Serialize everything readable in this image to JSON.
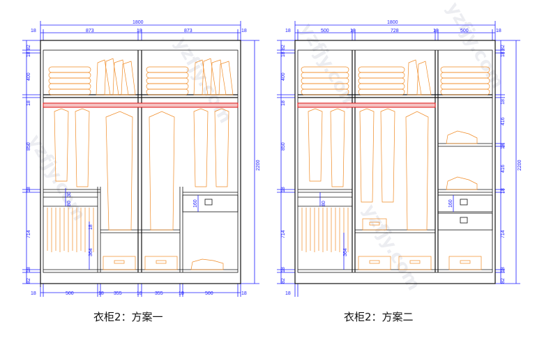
{
  "diagrams": [
    {
      "caption": "衣柜2：方案一",
      "top_total": "1800",
      "top_segments": [
        "18",
        "873",
        "18",
        "873",
        "18"
      ],
      "bottom_segments": [
        "18",
        "500",
        "18",
        "355",
        "18",
        "355",
        "18",
        "500",
        "18"
      ],
      "left_dims": [
        "82",
        "18",
        "400",
        "18",
        "850",
        "18",
        "714",
        "18",
        "82"
      ],
      "right_total": "2200",
      "inner_dims": [
        "30",
        "80",
        "160",
        "18",
        "364"
      ]
    },
    {
      "caption": "衣柜2：方案二",
      "top_total": "1800",
      "top_segments": [
        "18",
        "500",
        "18",
        "728",
        "18",
        "500",
        "18"
      ],
      "bottom_segments": [
        "18"
      ],
      "left_dims": [
        "82",
        "18",
        "400",
        "18",
        "850",
        "18",
        "714",
        "18",
        "82"
      ],
      "right_dims": [
        "82",
        "18",
        "18",
        "416",
        "18",
        "416",
        "18",
        "714",
        "18",
        "82"
      ],
      "right_total": "2200",
      "inner_dims": [
        "80",
        "160",
        "364"
      ]
    }
  ],
  "watermark": "yzfjy.com"
}
